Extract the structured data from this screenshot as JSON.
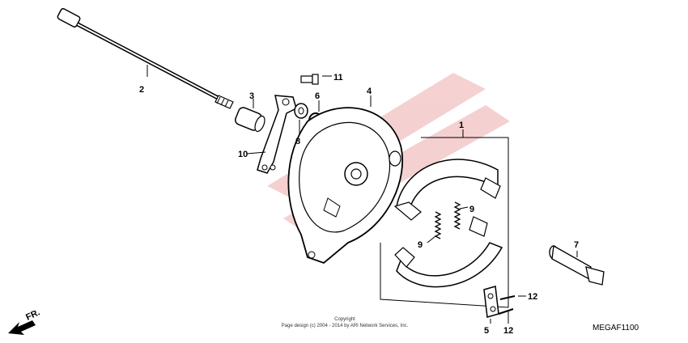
{
  "diagram": {
    "code": "MEGAF1100",
    "direction_label": "FR.",
    "copyright_line1": "Copyright",
    "copyright_line2": "Page design (c) 2004 - 2014 by ARI Network Services, Inc.",
    "callouts": {
      "c1": "1",
      "c2": "2",
      "c3": "3",
      "c4": "4",
      "c5": "5",
      "c6": "6",
      "c7": "7",
      "c8": "8",
      "c9a": "9",
      "c9b": "9",
      "c10": "10",
      "c11": "11",
      "c12a": "12",
      "c12b": "12"
    }
  }
}
